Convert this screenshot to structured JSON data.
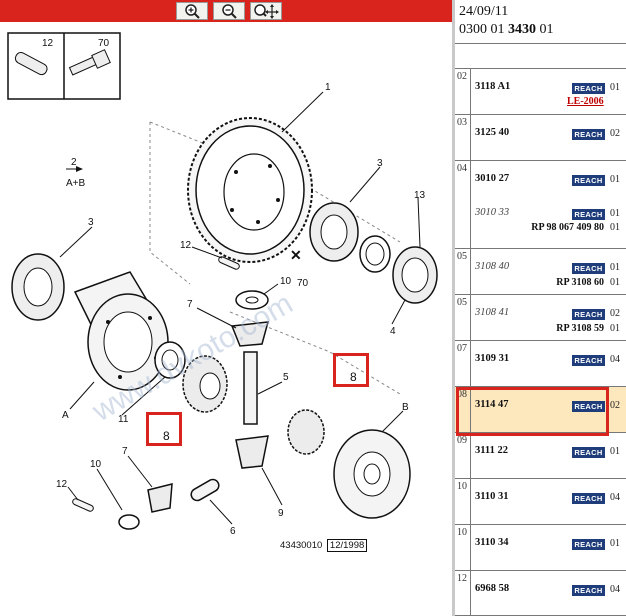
{
  "toolbar": {
    "buttons": [
      {
        "name": "zoom-in",
        "symbol": "+"
      },
      {
        "name": "zoom-out",
        "symbol": "-"
      },
      {
        "name": "zoom-pan",
        "symbol": "+"
      }
    ]
  },
  "header": {
    "date": "24/09/11",
    "ref_prefix": "0300 01",
    "ref_main": "3430",
    "ref_suffix": "01"
  },
  "parts": [
    {
      "idx": "02",
      "ref": "3118 A1",
      "badge": "REACH",
      "qty": "01",
      "link": "LE-2006"
    },
    {
      "idx": "03",
      "ref": "3125 40",
      "badge": "REACH",
      "qty": "02"
    },
    {
      "idx": "04",
      "ref": "3010 27",
      "badge": "REACH",
      "qty": "01",
      "alt_ref": "3010 33",
      "alt_badge": "REACH",
      "alt_qty": "01",
      "alt_note": "RP 98 067 409 80",
      "alt_qty2": "01"
    },
    {
      "idx": "05",
      "ref": "3108 40",
      "badge": "REACH",
      "qty": "01",
      "note": "RP 3108 60",
      "qty2": "01"
    },
    {
      "idx": "05",
      "ref": "3108 41",
      "badge": "REACH",
      "qty": "02",
      "note": "RP 3108 59",
      "qty2": "01"
    },
    {
      "idx": "07",
      "ref": "3109 31",
      "badge": "REACH",
      "qty": "04"
    },
    {
      "idx": "08",
      "ref": "3114 47",
      "badge": "REACH",
      "qty": "02",
      "selected": true
    },
    {
      "idx": "09",
      "ref": "3111 22",
      "badge": "REACH",
      "qty": "01"
    },
    {
      "idx": "10",
      "ref": "3110 31",
      "badge": "REACH",
      "qty": "04"
    },
    {
      "idx": "10",
      "ref": "3110 34",
      "badge": "REACH",
      "qty": "01"
    },
    {
      "idx": "12",
      "ref": "6968 58",
      "badge": "REACH",
      "qty": "04"
    }
  ],
  "diagram": {
    "legend": {
      "col1": "12",
      "col2": "70"
    },
    "symbol_top": "2",
    "symbol_bottom": "A+B",
    "labels": {
      "l1": "1",
      "l3a": "3",
      "l3b": "3",
      "l13": "13",
      "l12a": "12",
      "l10a": "10",
      "l70": "70",
      "l4": "4",
      "l7a": "7",
      "l5": "5",
      "l11": "11",
      "lA": "A",
      "lB": "B",
      "l7b": "7",
      "l10b": "10",
      "l12b": "12",
      "l9": "9",
      "l6": "6"
    },
    "callouts": [
      "8",
      "8"
    ],
    "watermark": "www.dvkoto.com",
    "footer_code": "43430010",
    "footer_date": "12/1998"
  }
}
